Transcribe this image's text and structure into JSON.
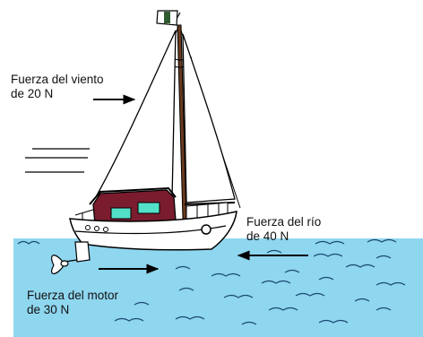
{
  "labels": {
    "wind_line1": "Fuerza del viento",
    "wind_line2": "de 20 N",
    "river_line1": "Fuerza del río",
    "river_line2": "de 40 N",
    "motor_line1": "Fuerza del motor",
    "motor_line2": "de 30 N"
  },
  "colors": {
    "water": "#8fd6ef",
    "cabin": "#7a1c2e",
    "window": "#54e0c8",
    "flag_green": "#2f5a2f",
    "outline": "#000000",
    "sail": "#ffffff",
    "hull": "#ffffff",
    "mast": "#6b3a1e"
  }
}
